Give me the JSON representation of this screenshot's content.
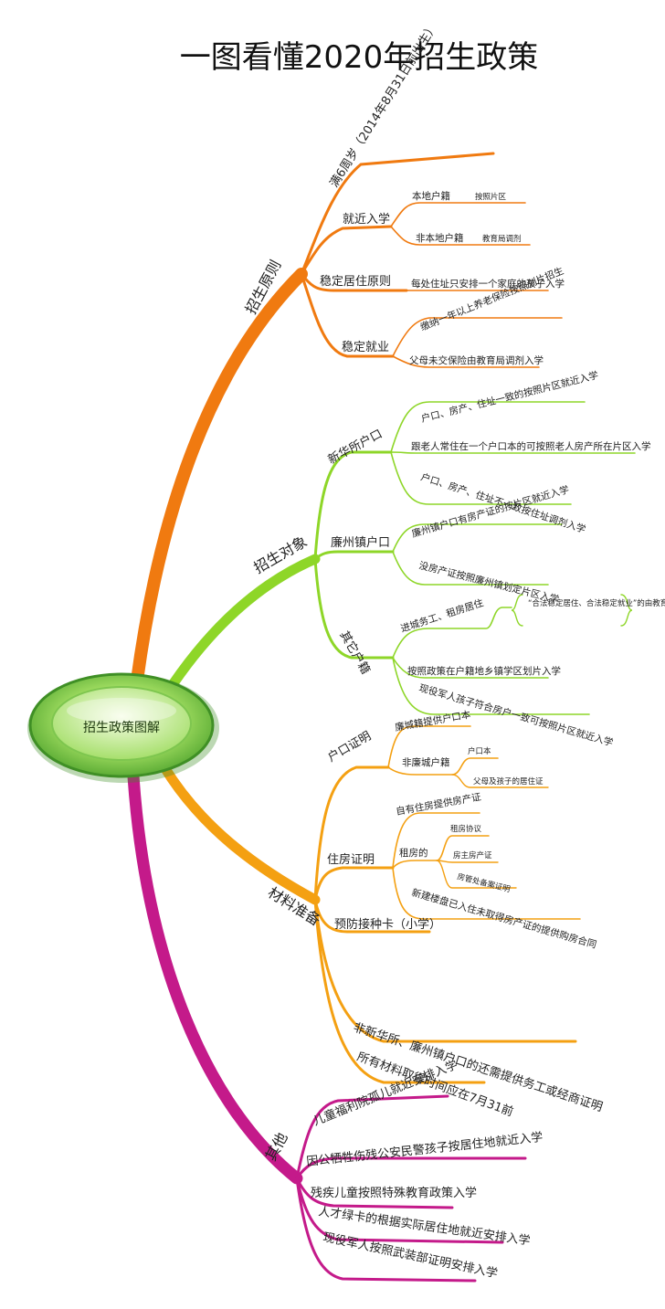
{
  "title": "一图看懂2020年招生政策",
  "root": {
    "label": "招生政策图解"
  },
  "colors": {
    "principle": "#f07a10",
    "target": "#8ed628",
    "materials": "#f4a012",
    "other": "#c41a8a",
    "root_fill": "#6ac548",
    "root_edge": "#3f8f25"
  },
  "branches": {
    "principle": {
      "label": "招生原则",
      "children": [
        {
          "label": "满6周岁（2014年8月31日前出生）"
        },
        {
          "label": "就近入学",
          "children": [
            {
              "label": "本地户籍",
              "leaf": "按照片区"
            },
            {
              "label": "非本地户籍",
              "leaf": "教育局调剂"
            }
          ]
        },
        {
          "label": "稳定居住原则",
          "leaf": "每处住址只安排一个家庭的孩子入学"
        },
        {
          "label": "稳定就业",
          "children": [
            {
              "label": "缴纳一年以上养老保险按照划片招生"
            },
            {
              "label": "父母未交保险由教育局调剂入学"
            }
          ]
        }
      ]
    },
    "target": {
      "label": "招生对象",
      "children": [
        {
          "label": "新华所户口",
          "children": [
            {
              "label": "户口、房产、住址一致的按照片区就近入学"
            },
            {
              "label": "跟老人常住在一个户口本的可按照老人房产所在片区入学"
            },
            {
              "label": "户口、房产、住址不一致按住址调剂入学"
            }
          ]
        },
        {
          "label": "廉州镇户口",
          "children": [
            {
              "label": "廉州镇户口有房产证的按片区就近入学"
            },
            {
              "label": "没房产证按照廉州镇划定片区入学"
            }
          ]
        },
        {
          "label": "其它户籍",
          "children": [
            {
              "label": "进城务工、租房居住",
              "note": "“合法稳定居住、合法稳定就业”的由教育局调剂入学"
            },
            {
              "label": "按照政策在户籍地乡镇学区划片入学"
            },
            {
              "label": "现役军人孩子符合房户一致可按照片区就近入学"
            }
          ]
        }
      ]
    },
    "materials": {
      "label": "材料准备",
      "children": [
        {
          "label": "户口证明",
          "children": [
            {
              "label": "廉城籍提供户口本"
            },
            {
              "label": "非廉城户籍",
              "leaves": [
                "户口本",
                "父母及孩子的居住证"
              ]
            }
          ]
        },
        {
          "label": "住房证明",
          "children": [
            {
              "label": "自有住房提供房产证"
            },
            {
              "label": "租房的",
              "leaves": [
                "租房协议",
                "房主房产证",
                "房管处备案证明"
              ]
            },
            {
              "label": "新建楼盘已入住未取得房产证的提供购房合同"
            }
          ]
        },
        {
          "label": "预防接种卡（小学）"
        },
        {
          "label": "非新华所、廉州镇户口的还需提供务工或经商证明"
        },
        {
          "label": "所有材料取得时间应在7月31前"
        }
      ]
    },
    "other": {
      "label": "其他",
      "children": [
        {
          "label": "儿童福利院孤儿就近安排入学"
        },
        {
          "label": "因公牺牲伤残公安民警孩子按居住地就近入学"
        },
        {
          "label": "残疾儿童按照特殊教育政策入学"
        },
        {
          "label": "人才绿卡的根据实际居住地就近安排入学"
        },
        {
          "label": "现役军人按照武装部证明安排入学"
        }
      ]
    }
  }
}
